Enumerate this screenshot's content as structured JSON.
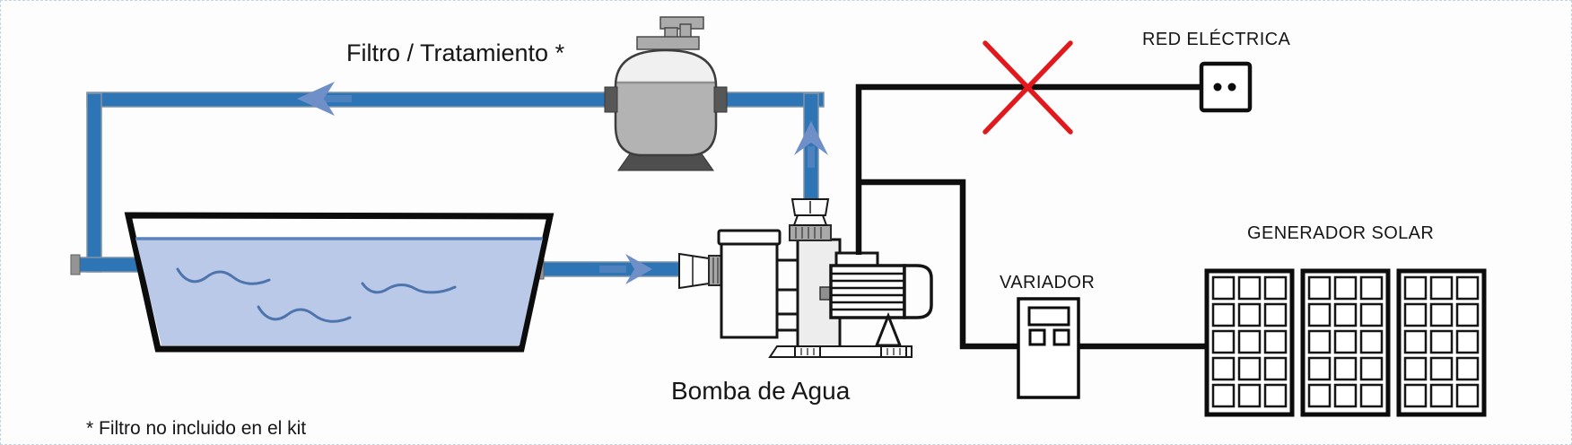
{
  "labels": {
    "filter": "Filtro / Tratamiento *",
    "pump": "Bomba de Agua",
    "electric_grid": "RED ELÉCTRICA",
    "inverter": "VARIADOR",
    "solar_generator": "GENERADOR SOLAR",
    "footnote": "* Filtro no incluido en el kit"
  },
  "colors": {
    "pipe_blue": "#2e75b6",
    "water_fill": "#b9c9e7",
    "water_line": "#5b83bb",
    "wave_blue": "#4e74ae",
    "arrow_blue": "#6e8fc7",
    "wire_black": "#0f0f0f",
    "cross_red": "#e2191c",
    "tank_gray": "#b3b3b3",
    "tank_dome": "#f0f0f0",
    "metal_dark": "#575757",
    "metal_mid": "#a9a9a9",
    "column_gray": "#ededed"
  },
  "solar_generator": {
    "panel_count": 3,
    "cell_columns": 3,
    "cell_rows": 5
  },
  "grid_socket": {
    "pin_count": 2
  },
  "flow_arrows": [
    "left",
    "right",
    "up"
  ],
  "grid_connection_crossed_out": true
}
